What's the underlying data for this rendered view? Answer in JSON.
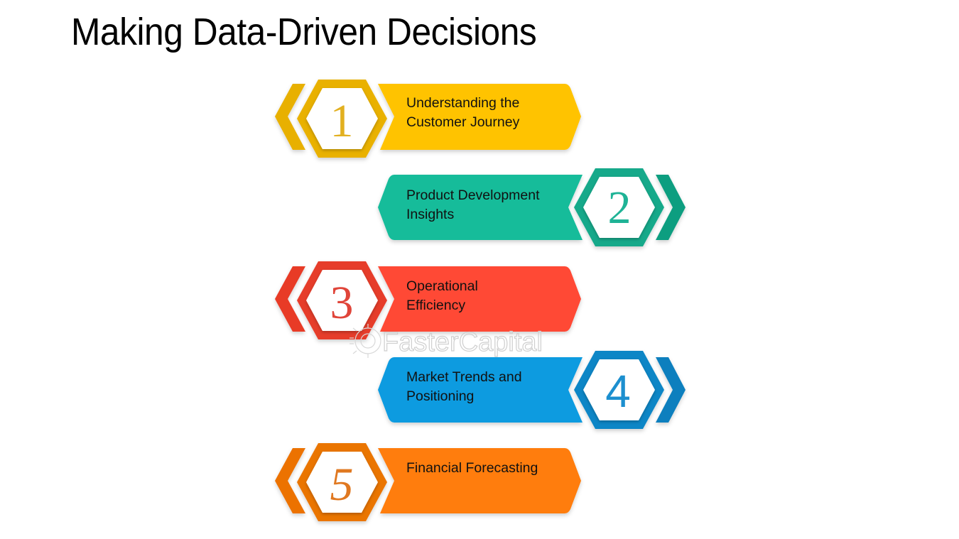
{
  "title": "Making Data-Driven Decisions",
  "steps": [
    {
      "number": "1",
      "line1": "Understanding the",
      "line2": "Customer Journey",
      "color": "#FFC300",
      "side": "left"
    },
    {
      "number": "2",
      "line1": "Product Development",
      "line2": "Insights",
      "color": "#12BC9A",
      "side": "right"
    },
    {
      "number": "3",
      "line1": "Operational",
      "line2": "Efficiency",
      "color": "#FF4A36",
      "side": "left"
    },
    {
      "number": "4",
      "line1": "Market Trends and",
      "line2": "Positioning",
      "color": "#0A9BE0",
      "side": "right"
    },
    {
      "number": "5",
      "line1": "Financial Forecasting",
      "line2": "",
      "color": "#FF7D0A",
      "side": "left"
    }
  ],
  "watermark": "FasterCapital"
}
